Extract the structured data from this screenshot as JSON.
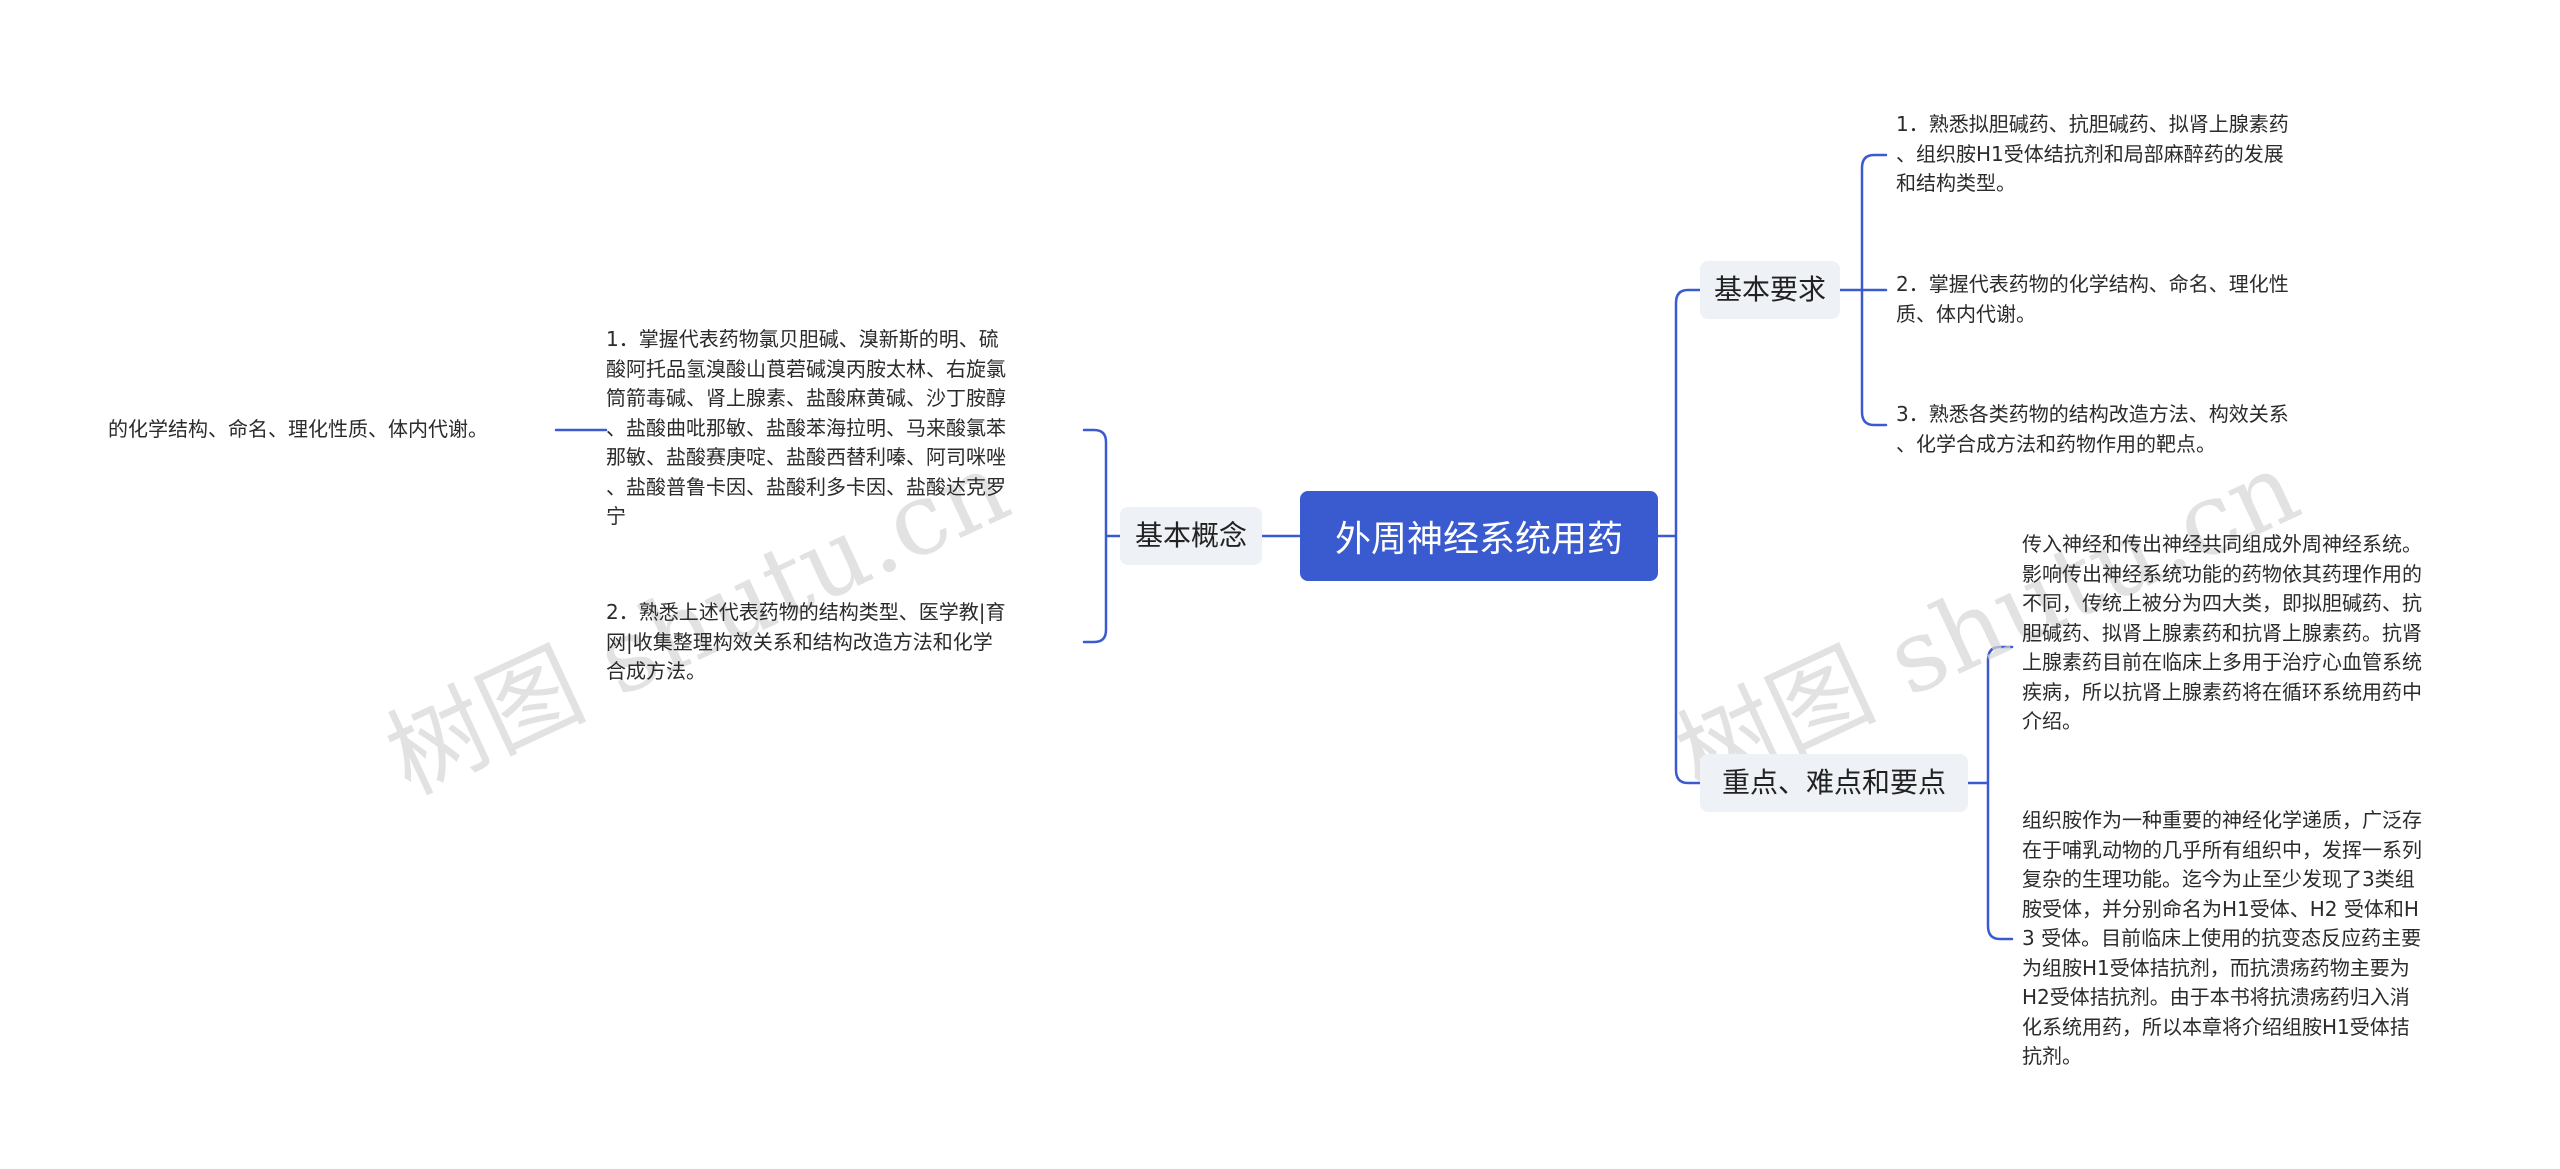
{
  "root": {
    "label": "外周神经系统用药"
  },
  "left": {
    "branch": {
      "label": "基本概念"
    },
    "items": [
      {
        "text": "1．掌握代表药物氯贝胆碱、溴新斯的明、硫\n酸阿托品氢溴酸山莨菪碱溴丙胺太林、右旋氯\n筒箭毒碱、肾上腺素、盐酸麻黄碱、沙丁胺醇\n、盐酸曲吡那敏、盐酸苯海拉明、马来酸氯苯\n那敏、盐酸赛庚啶、盐酸西替利嗪、阿司咪唑\n、盐酸普鲁卡因、盐酸利多卡因、盐酸达克罗\n宁"
      },
      {
        "text": "2．熟悉上述代表药物的结构类型、医学教|育\n网|收集整理构效关系和结构改造方法和化学\n合成方法。"
      }
    ],
    "leaf": {
      "text": "的化学结构、命名、理化性质、体内代谢。"
    }
  },
  "right": {
    "branches": [
      {
        "label": "基本要求",
        "items": [
          {
            "text": "1．熟悉拟胆碱药、抗胆碱药、拟肾上腺素药\n、组织胺H1受体结抗剂和局部麻醉药的发展\n和结构类型。"
          },
          {
            "text": "2．掌握代表药物的化学结构、命名、理化性\n质、体内代谢。"
          },
          {
            "text": "3．熟悉各类药物的结构改造方法、构效关系\n、化学合成方法和药物作用的靶点。"
          }
        ]
      },
      {
        "label": "重点、难点和要点",
        "items": [
          {
            "text": "传入神经和传出神经共同组成外周神经系统。\n影响传出神经系统功能的药物依其药理作用的\n不同，传统上被分为四大类，即拟胆碱药、抗\n胆碱药、拟肾上腺素药和抗肾上腺素药。抗肾\n上腺素药目前在临床上多用于治疗心血管系统\n疾病，所以抗肾上腺素药将在循环系统用药中\n介绍。"
          },
          {
            "text": "组织胺作为一种重要的神经化学递质，广泛存\n在于哺乳动物的几乎所有组织中，发挥一系列\n复杂的生理功能。迄今为止至少发现了3类组\n胺受体，并分别命名为H1受体、H2 受体和H\n3 受体。目前临床上使用的抗变态反应药主要\n为组胺H1受体拮抗剂，而抗溃疡药物主要为\nH2受体拮抗剂。由于本书将抗溃疡药归入消\n化系统用药，所以本章将介绍组胺H1受体拮\n抗剂。"
          }
        ]
      }
    ]
  },
  "watermark": {
    "text": "树图 shutu.cn"
  },
  "colors": {
    "connector": "#3a5bcf",
    "root_bg": "#3a5bcf",
    "node_bg": "#eef1f5"
  }
}
